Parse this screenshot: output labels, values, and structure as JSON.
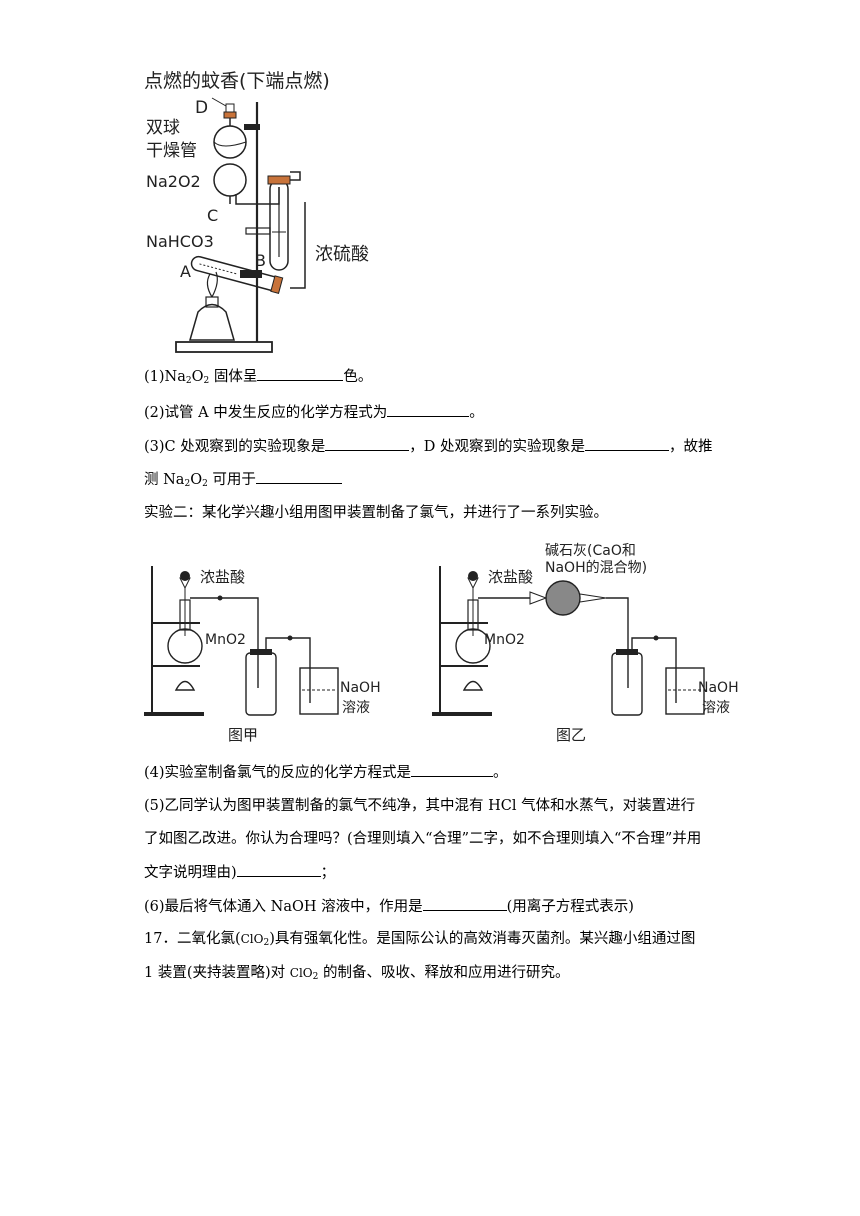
{
  "figure1": {
    "title": "点燃的蚊香(下端点燃)",
    "label_d": "D",
    "label_dryer_1": "双球",
    "label_dryer_2": "干燥管",
    "label_na2o2": "Na2O2",
    "label_c": "C",
    "label_nahco3": "NaHCO3",
    "label_a": "A",
    "label_b": "B",
    "label_acid": "浓硫酸"
  },
  "questions": {
    "q1_pre": "(1)Na",
    "q1_mid": "O",
    "q1_post": "固体呈",
    "q1_end": "色。",
    "q2_pre": "(2)试管 A 中发生反应的化学方程式为",
    "q2_end": "。",
    "q3_pre": "(3)C 处观察到的实验现象是",
    "q3_mid": "，D 处观察到的实验现象是",
    "q3_end": "，故推",
    "q3b_pre": "测 Na",
    "q3b_mid": "O",
    "q3b_post": "可用于",
    "exp2": "实验二：某化学兴趣小组用图甲装置制备了氯气，并进行了一系列实验。",
    "q4_pre": "(4)实验室制备氯气的反应的化学方程式是",
    "q4_end": "。",
    "q5_line1": "(5)乙同学认为图甲装置制备的氯气不纯净，其中混有 HCl 气体和水蒸气，对装置进行",
    "q5_line2": "了如图乙改进。你认为合理吗？(合理则填入“合理”二字，如不合理则填入“不合理”并用",
    "q5_line3_pre": "文字说明理由)",
    "q5_line3_end": "；",
    "q6_pre": "(6)最后将气体通入 NaOH 溶液中，作用是",
    "q6_end": "(用离子方程式表示)",
    "q17_line1_pre": "17．二氧化氯(",
    "q17_clo2": "ClO",
    "q17_line1_post": ")具有强氧化性。是国际公认的高效消毒灭菌剂。某兴趣小组通过图",
    "q17_line2_pre": "1 装置(夹持装置略)对",
    "q17_line2_post": "的制备、吸收、释放和应用进行研究。"
  },
  "figure2": {
    "left_acid": "浓盐酸",
    "left_mno2": "MnO2",
    "left_naoh": "NaOH",
    "left_solution": "溶液",
    "left_caption": "图甲",
    "right_acid": "浓盐酸",
    "right_mno2": "MnO2",
    "right_lime_1": "碱石灰(CaO和",
    "right_lime_2": "NaOH的混合物)",
    "right_naoh": "NaOH",
    "right_solution": "溶液",
    "right_caption": "图乙"
  },
  "colors": {
    "stopper": "#c8733a",
    "line": "#222222",
    "page": "#ffffff"
  }
}
